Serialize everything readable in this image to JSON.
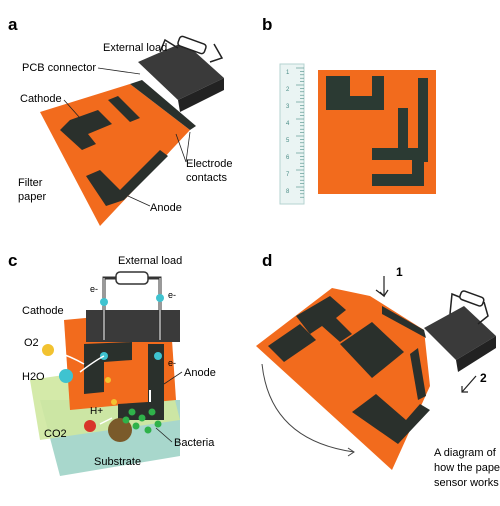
{
  "panels": {
    "a": {
      "letter": "a",
      "labels": {
        "external_load": "External load",
        "pcb_connector": "PCB connector",
        "cathode": "Cathode",
        "electrode_contacts_1": "Electrode",
        "electrode_contacts_2": "contacts",
        "filter_paper_1": "Filter",
        "filter_paper_2": "paper",
        "anode": "Anode"
      }
    },
    "b": {
      "letter": "b",
      "ruler_ticks": [
        "1",
        "2",
        "3",
        "4",
        "5",
        "6",
        "7",
        "8"
      ]
    },
    "c": {
      "letter": "c",
      "labels": {
        "external_load": "External load",
        "electron_left": "e-",
        "electron_right": "e-",
        "electron_lower": "e-",
        "cathode": "Cathode",
        "o2": "O2",
        "h2o": "H2O",
        "h_plus": "H+",
        "co2": "CO2",
        "anode": "Anode",
        "bacteria": "Bacteria",
        "substrate": "Substrate"
      }
    },
    "d": {
      "letter": "d",
      "arrow_1": "1",
      "arrow_2": "2",
      "caption_1": "A diagram of",
      "caption_2": "how the paper",
      "caption_3": "sensor works"
    }
  },
  "colors": {
    "orange": "#f26b1d",
    "electrode": "#2a302c",
    "connector": "#3a3a3a",
    "membrane_green": "#cfe8a0",
    "membrane_teal": "#9fd3c7",
    "ball_cyan": "#3fc3d0",
    "ball_green": "#2fb24a",
    "ball_yellow": "#f2c230",
    "ball_red": "#d8352a",
    "substrate_brown": "#7a5a2a"
  }
}
